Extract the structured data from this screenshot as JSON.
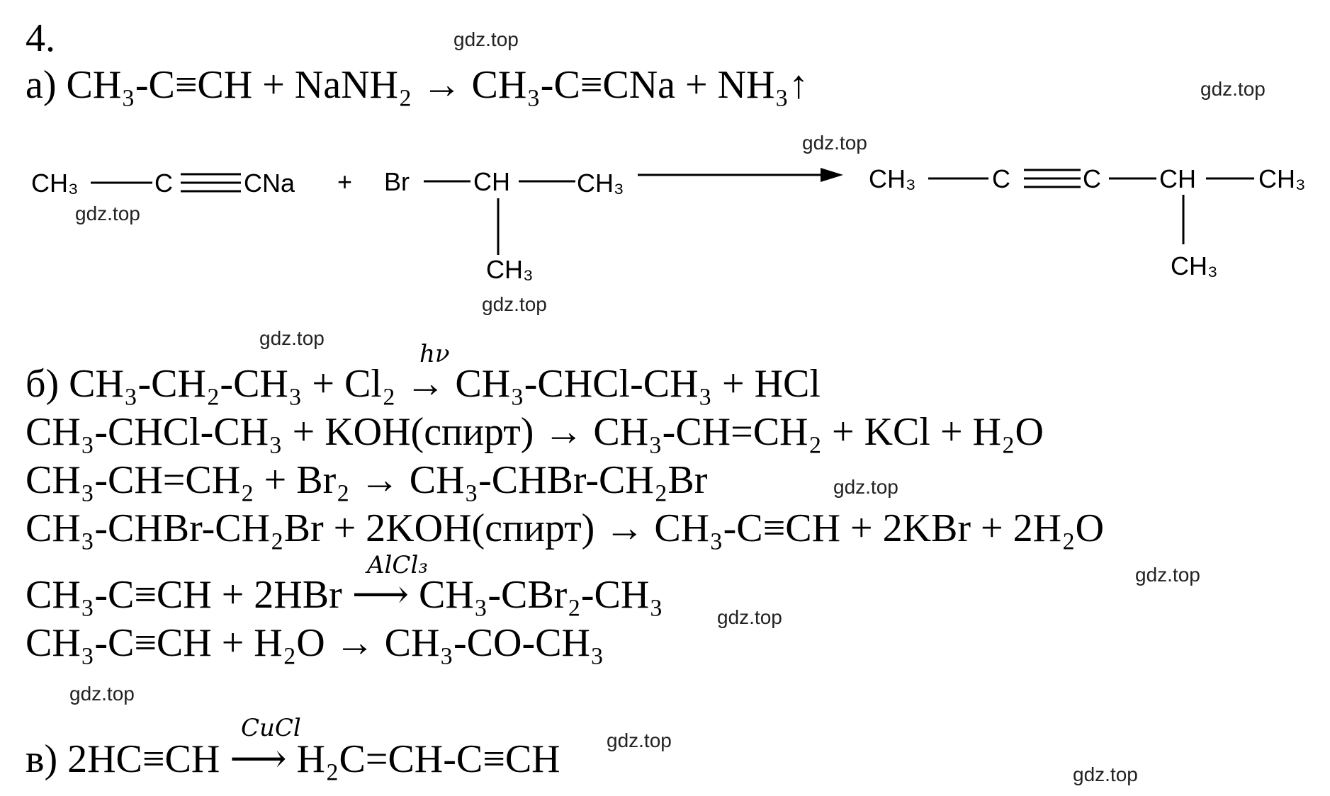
{
  "problem_number": "4.",
  "watermarks": [
    "gdz.top",
    "gdz.top",
    "gdz.top",
    "gdz.top",
    "gdz.top",
    "gdz.top",
    "gdz.top",
    "gdz.top",
    "gdz.top",
    "gdz.top",
    "gdz.top",
    "gdz.top"
  ],
  "part_a": {
    "equation": "а) CH₃-C≡CH + NaNH₂ → CH₃-C≡CNa + NH₃↑",
    "structure": {
      "r1": {
        "ch3": "CH₃",
        "c": "C",
        "cna": "CNa"
      },
      "plus": "+",
      "r2": {
        "br": "Br",
        "ch": "CH",
        "ch3_right": "CH₃",
        "ch3_down": "CH₃"
      },
      "p": {
        "ch3_left": "CH₃",
        "c1": "C",
        "c2": "C",
        "ch": "CH",
        "ch3_right": "CH₃",
        "ch3_down": "CH₃"
      }
    }
  },
  "part_b": {
    "condition_hv": "hν",
    "line1": "б) CH₃-CH₂-CH₃ + Cl₂ → CH₃-CHCl-CH₃ + HCl",
    "line2": "CH₃-CHCl-CH₃ + KOH(спирт) → CH₃-CH=CH₂ + KCl + H₂O",
    "line3": "CH₃-CH=CH₂ + Br₂ → CH₃-CHBr-CH₂Br",
    "line4": "CH₃-CHBr-CH₂Br + 2KOH(спирт) → CH₃-C≡CH + 2KBr + 2H₂O",
    "condition_alcl3": "AlCl₃",
    "line5_left": "CH₃-C≡CH + 2HBr",
    "line5_arrow": "⟶",
    "line5_right": "CH₃-CBr₂-CH₃",
    "line6": "CH₃-C≡CH + H₂O → CH₃-CO-CH₃"
  },
  "part_c": {
    "condition_cucl": "CuCl",
    "left": "в) 2HC≡CH",
    "arrow": "⟶",
    "right": "H₂C=CH-C≡CH"
  }
}
